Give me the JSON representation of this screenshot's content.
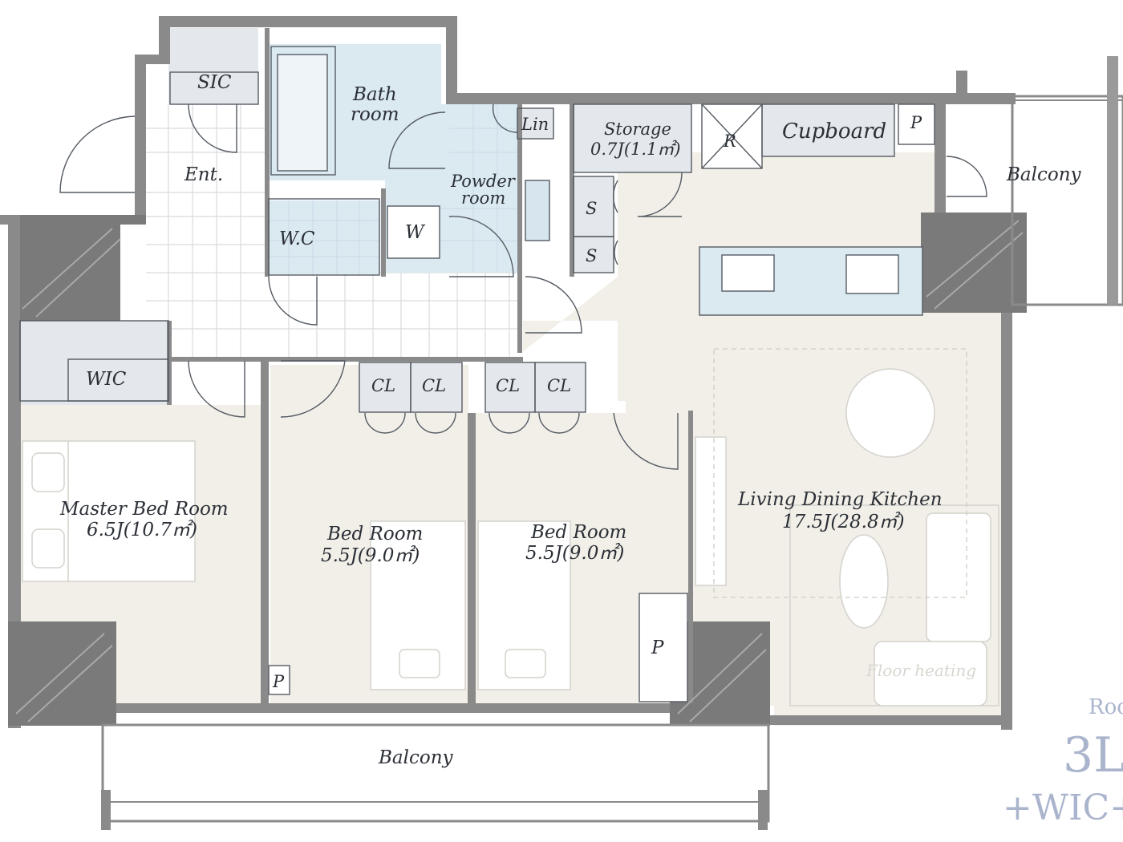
{
  "floorplan": {
    "colors": {
      "wall": "#8a8a8a",
      "wall_dark": "#6f6f6f",
      "floor_beige": "#f1efe8",
      "wet_blue": "#dbe9f1",
      "storage_gray": "#e4e8ec",
      "entry_tile": "#ffffff",
      "accent_text": "#aab4cc"
    },
    "rooms": {
      "sic": "SIC",
      "bathroom_l1": "Bath",
      "bathroom_l2": "room",
      "entrance": "Ent.",
      "wc": "W.C",
      "washer": "W",
      "powder_l1": "Powder",
      "powder_l2": "room",
      "linen": "Lin",
      "storage_name": "Storage",
      "storage_size": "0.7J(1.1㎡)",
      "refrigerator": "R",
      "cupboard": "Cupboard",
      "pipe_top": "P",
      "balcony_right": "Balcony",
      "shoe_1": "S",
      "shoe_2": "S",
      "wic": "WIC",
      "cl_1": "CL",
      "cl_2": "CL",
      "cl_3": "CL",
      "cl_4": "CL",
      "master_name": "Master  Bed Room",
      "master_size": "6.5J(10.7㎡)",
      "bed2_name": "Bed Room",
      "bed2_size": "5.5J(9.0㎡)",
      "bed3_name": "Bed Room",
      "bed3_size": "5.5J(9.0㎡)",
      "ldk_name": "Living Dining Kitchen",
      "ldk_size": "17.5J(28.8㎡)",
      "floor_heating": "Floor heating",
      "pipe_mid": "P",
      "pipe_bottom": "P",
      "balcony_bottom": "Balcony"
    },
    "side_text": {
      "line1": "Roo",
      "line2": "3L",
      "line3": "+WIC+"
    }
  }
}
